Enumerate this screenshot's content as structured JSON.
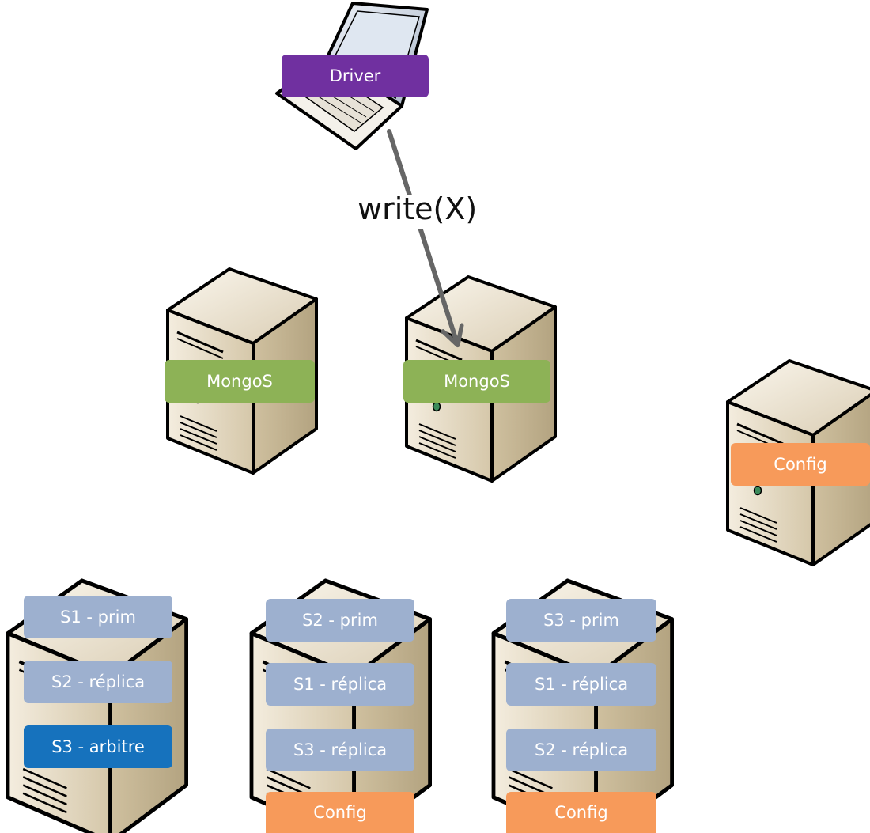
{
  "colors": {
    "driver": "#7030a0",
    "mongos": "#8db256",
    "config": "#f79a5a",
    "shard_light": "#9db0cf",
    "shard_dark": "#1672bd",
    "server_body": "#ece3d2",
    "server_shadow": "#c2b597",
    "arrow": "#666666"
  },
  "driver": {
    "label": "Driver",
    "icon": "laptop-icon"
  },
  "edge": {
    "label": "write(X)"
  },
  "mongos": [
    {
      "label": "MongoS",
      "icon": "server-icon"
    },
    {
      "label": "MongoS",
      "icon": "server-icon"
    }
  ],
  "config_server": {
    "label": "Config",
    "icon": "server-icon"
  },
  "shard_servers": [
    {
      "roles": [
        "S1 - prim",
        "S2 - réplica",
        "S3 - arbitre"
      ],
      "config": ""
    },
    {
      "roles": [
        "S2 - prim",
        "S1 - réplica",
        "S3 - réplica"
      ],
      "config": "Config"
    },
    {
      "roles": [
        "S3 - prim",
        "S1 - réplica",
        "S2 - réplica"
      ],
      "config": "Config"
    }
  ]
}
